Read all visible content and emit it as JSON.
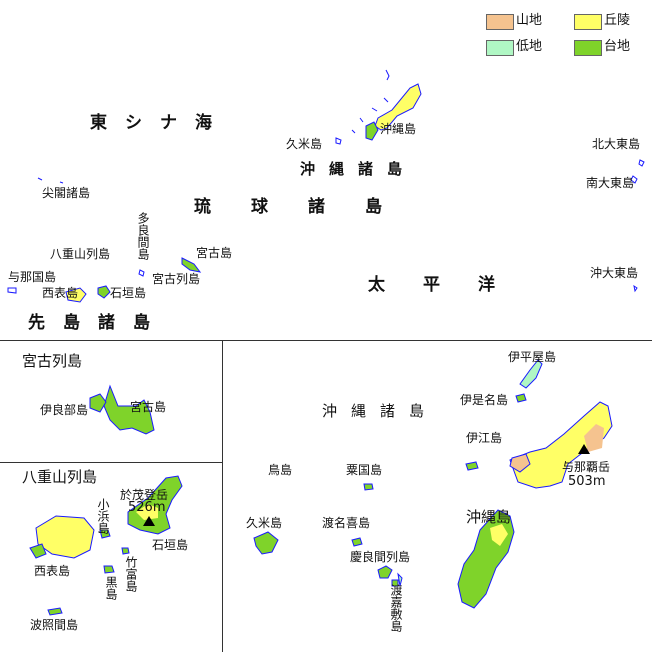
{
  "legend": {
    "items": [
      {
        "label": "山地",
        "color": "#f5c38f"
      },
      {
        "label": "丘陵",
        "color": "#ffff66"
      },
      {
        "label": "低地",
        "color": "#b0f7c4"
      },
      {
        "label": "台地",
        "color": "#7fd32a"
      }
    ]
  },
  "colors": {
    "outline": "#1a1aff",
    "peak": "#000000",
    "divider": "#333333"
  },
  "main_map": {
    "labels": {
      "east_china_sea": "東シナ海",
      "pacific": "太平洋",
      "ryukyu": "琉球諸島",
      "sakishima": "先島諸島",
      "okinawa_islands": "沖縄諸島",
      "okinawa_main": "沖縄島",
      "kume": "久米島",
      "kitadaito": "北大東島",
      "minamidaito": "南大東島",
      "okidaito": "沖大東島",
      "senkaku": "尖閣諸島",
      "tarama": "多良間島",
      "yaeyama": "八重山列島",
      "yonaguni": "与那国島",
      "iriomote": "西表島",
      "ishigaki": "石垣島",
      "miyako_isl": "宮古島",
      "miyako_group": "宮古列島"
    }
  },
  "miyako_inset": {
    "title": "宮古列島",
    "labels": {
      "irabu": "伊良部島",
      "miyako": "宮古島"
    }
  },
  "yaeyama_inset": {
    "title": "八重山列島",
    "labels": {
      "omoto": "於茂登岳",
      "omoto_height": "526m",
      "kohama": "小浜島",
      "ishigaki": "石垣島",
      "iriomote": "西表島",
      "taketomi": "竹富島",
      "kuro": "黒島",
      "hateruma": "波照間島"
    }
  },
  "okinawa_inset": {
    "title": "沖縄諸島",
    "labels": {
      "iheya": "伊平屋島",
      "izena": "伊是名島",
      "ie": "伊江島",
      "tori": "鳥島",
      "aguni": "粟国島",
      "yonaha": "与那覇岳",
      "yonaha_height": "503m",
      "kume": "久米島",
      "tonaki": "渡名喜島",
      "okinawa": "沖縄島",
      "kerama": "慶良間列島",
      "tokashiki": "渡嘉敷島"
    }
  }
}
